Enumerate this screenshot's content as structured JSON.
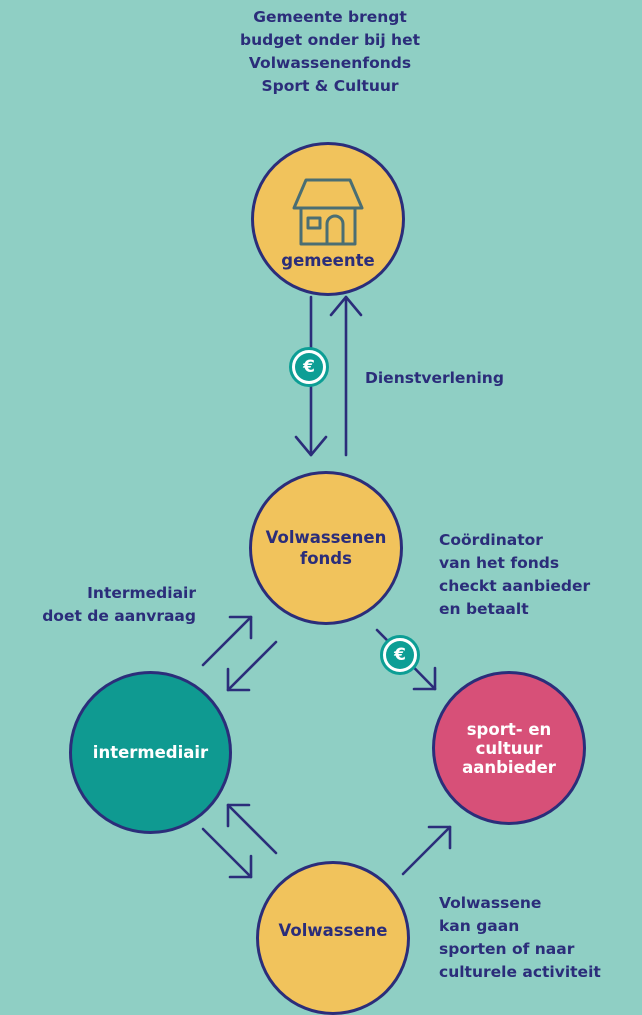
{
  "colors": {
    "background": "#8fcfc4",
    "navy": "#2b2d7a",
    "yellow": "#f1c35c",
    "teal": "#0f9a91",
    "pink": "#d75078"
  },
  "caption_top": "Gemeente brengt\nbudget onder bij het\nVolwassenenfonds\nSport & Cultuur",
  "nodes": {
    "gemeente": {
      "label": "gemeente",
      "icon": "house-icon"
    },
    "fonds": {
      "label": "Volwassenen\nfonds"
    },
    "intermediair": {
      "label": "intermediair"
    },
    "aanbieder": {
      "label": "sport- en\ncultuur\naanbieder"
    },
    "volwassene": {
      "label": "Volwassene"
    }
  },
  "labels": {
    "dienstverlening": "Dienstverlening",
    "coordinator": "Coördinator\nvan het fonds\ncheckt aanbieder\nen betaalt",
    "intermediair_note": "Intermediair\ndoet de aanvraag",
    "volwassene_note": "Volwassene\nkan gaan\nsporten of naar\nculturele activiteit"
  },
  "euro_badge": {
    "symbol": "€",
    "icon": "euro-icon"
  }
}
